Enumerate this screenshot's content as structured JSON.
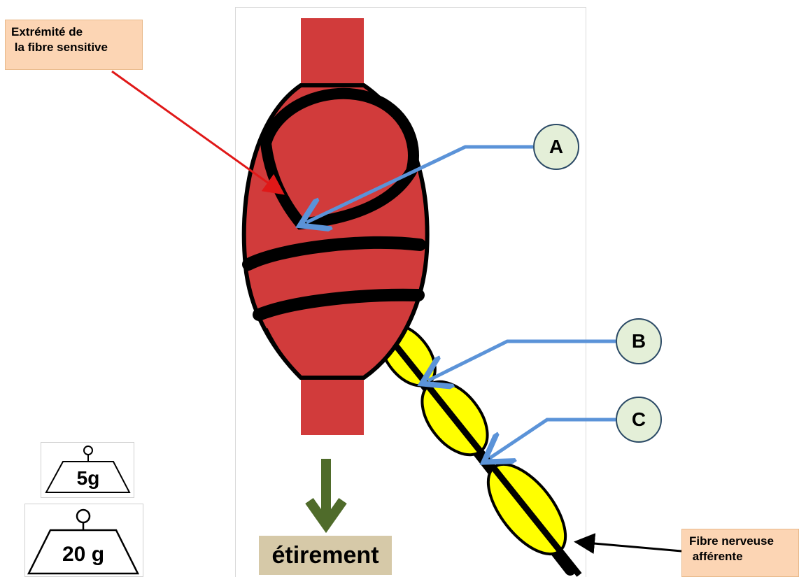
{
  "labels": {
    "sensory_end": [
      "Extrémité de",
      " la fibre sensitive"
    ],
    "afferent": [
      "Fibre nerveuse",
      " afférente"
    ],
    "stretch": "étirement"
  },
  "markers": {
    "a": "A",
    "b": "B",
    "c": "C"
  },
  "weights": {
    "small": "5g",
    "large": "20 g"
  },
  "colors": {
    "muscle": "#d13b3b",
    "myelin": "#ffff00",
    "pointer_blue": "#5b93d8",
    "pointer_red": "#e01818",
    "stretch_arrow": "#4f6b2a",
    "label_bg": "#fcd5b4",
    "marker_bg": "#e4efd8"
  }
}
